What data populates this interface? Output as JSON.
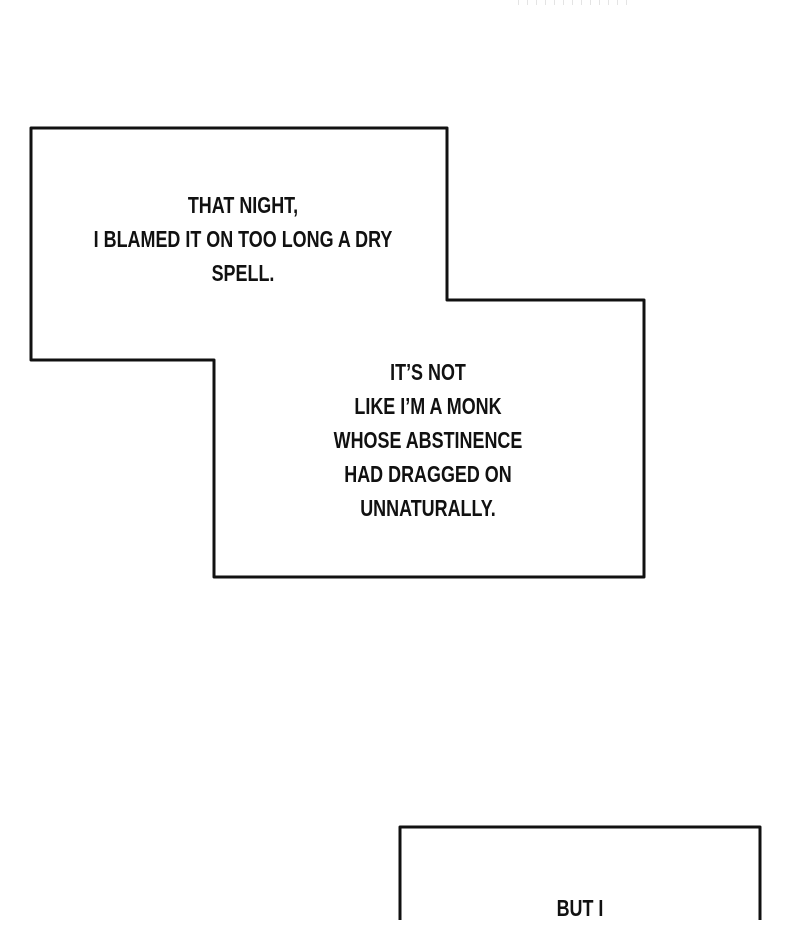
{
  "captions": {
    "first": [
      "THAT NIGHT,",
      "I BLAMED IT ON TOO LONG A DRY",
      "SPELL."
    ],
    "second": [
      "IT’S NOT",
      "LIKE I’M A MONK",
      "WHOSE ABSTINENCE",
      "HAD DRAGGED ON",
      "UNNATURALLY."
    ],
    "third": [
      "BUT I"
    ]
  },
  "colors": {
    "border": "#111111",
    "background": "#ffffff"
  }
}
